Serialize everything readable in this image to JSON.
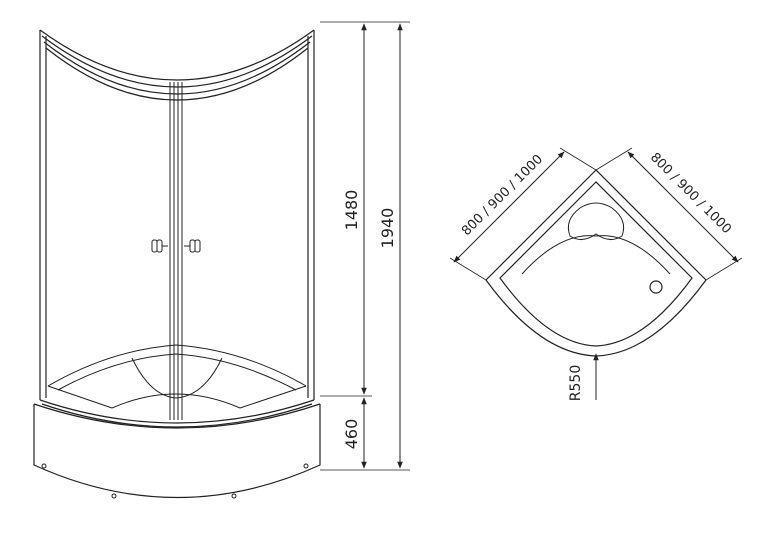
{
  "dimensions": {
    "upper_height": "1480",
    "total_height": "1940",
    "tray_height": "460",
    "side_a": "800 / 900 / 1000",
    "side_b": "800 / 900 / 1000",
    "radius": "R550"
  },
  "colors": {
    "line": "#222222",
    "background": "#ffffff"
  }
}
